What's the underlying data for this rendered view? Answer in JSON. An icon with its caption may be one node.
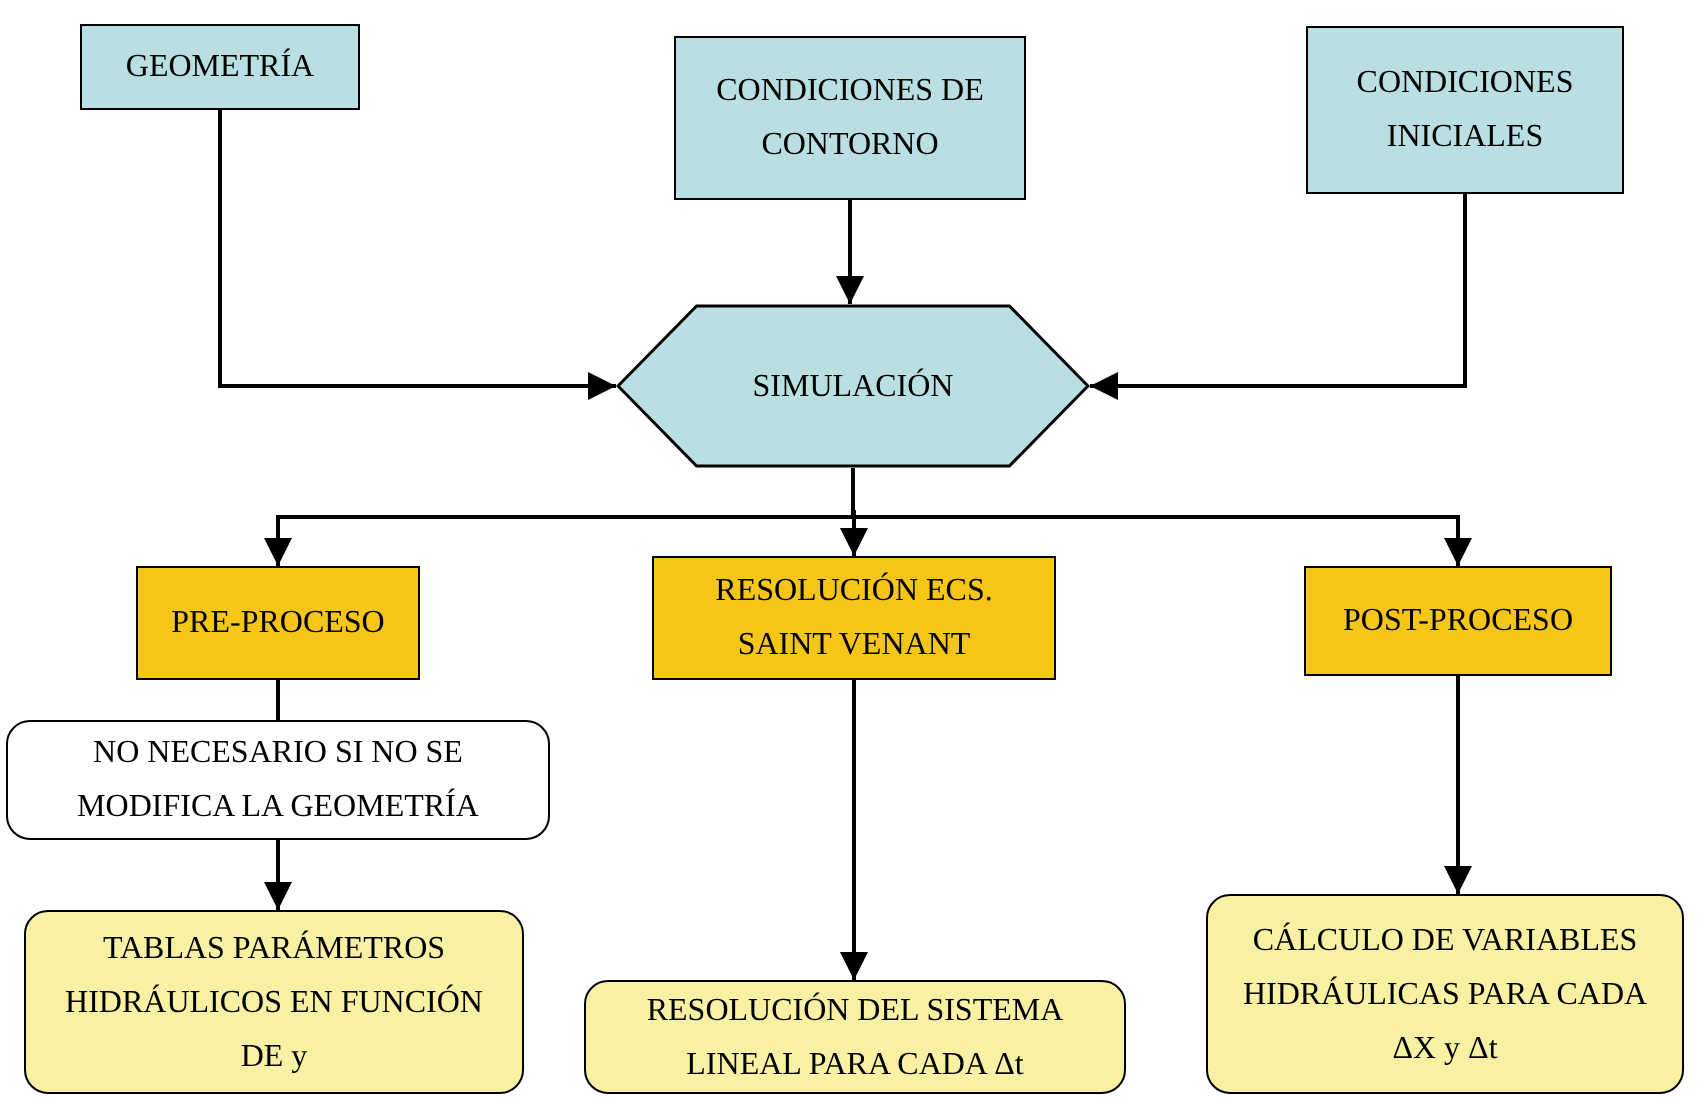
{
  "diagram": {
    "nodes": [
      {
        "text": [
          "GEOMETRÍA"
        ]
      },
      {
        "text": [
          "CONDICIONES DE CONTORNO"
        ]
      },
      {
        "text": [
          "CONDICIONES INICIALES"
        ]
      },
      {
        "text": [
          "SIMULACIÓN"
        ]
      },
      {
        "text": [
          "PRE-PROCESO"
        ]
      },
      {
        "text": [
          "RESOLUCIÓN ECS. SAINT VENANT"
        ]
      },
      {
        "text": [
          "POST-PROCESO"
        ]
      },
      {
        "text": [
          "NO NECESARIO SI NO SE MODIFICA LA GEOMETRÍA"
        ]
      },
      {
        "text": [
          "TABLAS PARÁMETROS HIDRÁULICOS EN FUNCIÓN DE y"
        ]
      },
      {
        "text": [
          "RESOLUCIÓN DEL SISTEMA LINEAL PARA CADA Δt"
        ]
      },
      {
        "text": [
          "CÁLCULO DE VARIABLES HIDRÁULICAS PARA CADA ΔX y Δt"
        ]
      }
    ],
    "edges": [
      {
        "from": 0,
        "to": 3,
        "arrow": "to"
      },
      {
        "from": 1,
        "to": 3,
        "arrow": "to"
      },
      {
        "from": 2,
        "to": 3,
        "arrow": "to"
      },
      {
        "from": 3,
        "to": 4,
        "arrow": "to"
      },
      {
        "from": 3,
        "to": 5,
        "arrow": "to"
      },
      {
        "from": 3,
        "to": 6,
        "arrow": "to"
      },
      {
        "from": 4,
        "to": 7,
        "arrow": "none"
      },
      {
        "from": 7,
        "to": 8,
        "arrow": "to"
      },
      {
        "from": 5,
        "to": 9,
        "arrow": "to"
      },
      {
        "from": 6,
        "to": 10,
        "arrow": "to"
      }
    ]
  }
}
